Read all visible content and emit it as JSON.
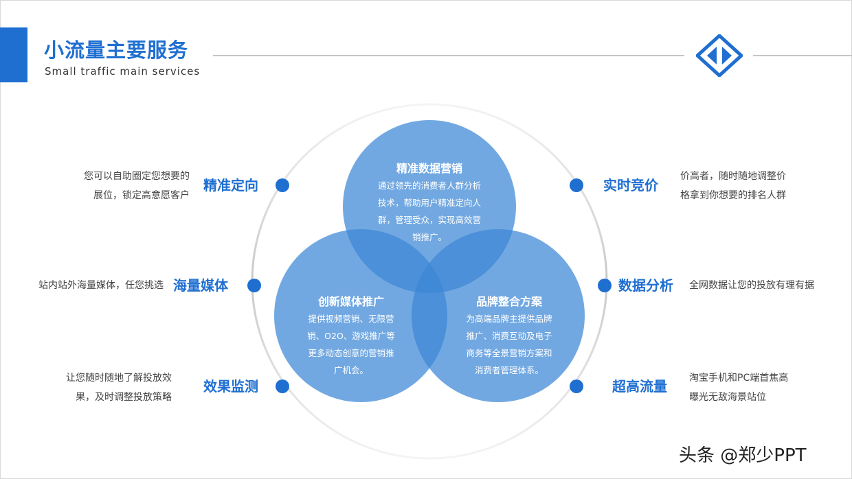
{
  "header": {
    "title": "小流量主要服务",
    "subtitle": "Small traffic main services"
  },
  "colors": {
    "accent": "#1f6fd1",
    "venn": "#3b86d6",
    "ring": "#cfcfcf",
    "rule": "#c6c6c6"
  },
  "venn": {
    "top": {
      "title": "精准数据营销",
      "lines": [
        "通过领先的消费者人群分析",
        "技术，帮助用户精准定向人",
        "群，管理受众，实现高效营",
        "销推广。"
      ]
    },
    "left": {
      "title": "创新媒体推广",
      "lines": [
        "提供视频营销、无限营",
        "销、O2O、游戏推广等",
        "更多动态创意的营销推",
        "广机会。"
      ]
    },
    "right": {
      "title": "品牌整合方案",
      "lines": [
        "为高端品牌主提供品牌",
        "推广、消费互动及电子",
        "商务等全景营销方案和",
        "消费者管理体系。"
      ]
    }
  },
  "features": {
    "left": [
      {
        "title": "精准定向",
        "lines": [
          "您可以自助圈定您想要的",
          "展位，锁定高意愿客户"
        ]
      },
      {
        "title": "海量媒体",
        "lines": [
          "站内站外海量媒体，任您挑选"
        ]
      },
      {
        "title": "效果监测",
        "lines": [
          "让您随时随地了解投放效",
          "果，及时调整投放策略"
        ]
      }
    ],
    "right": [
      {
        "title": "实时竞价",
        "lines": [
          "价高者，随时随地调整价",
          "格拿到你想要的排名人群"
        ]
      },
      {
        "title": "数据分析",
        "lines": [
          "全网数据让您的投放有理有据"
        ]
      },
      {
        "title": "超高流量",
        "lines": [
          "淘宝手机和PC端首焦高",
          "曝光无敌海景站位"
        ]
      }
    ]
  },
  "watermark": "头条 @郑少PPT"
}
